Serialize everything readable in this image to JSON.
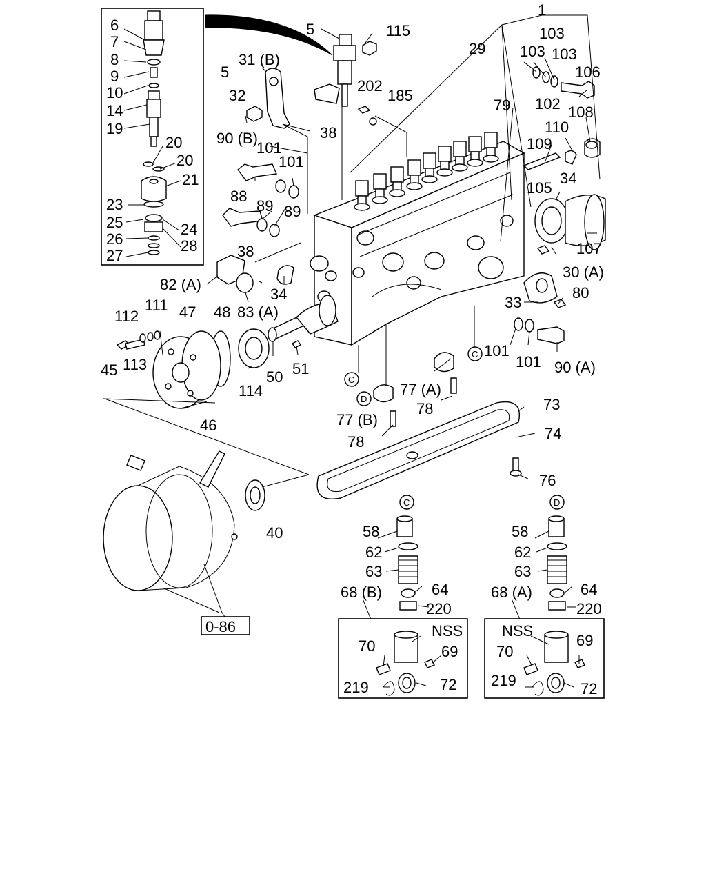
{
  "labels": {
    "p1": "1",
    "p5": "5",
    "p5b": "5",
    "p6": "6",
    "p7": "7",
    "p8": "8",
    "p9": "9",
    "p10": "10",
    "p14": "14",
    "p19": "19",
    "p20a": "20",
    "p20b": "20",
    "p21": "21",
    "p23": "23",
    "p24": "24",
    "p25": "25",
    "p26": "26",
    "p27": "27",
    "p28": "28",
    "p29": "29",
    "p30a": "30 (A)",
    "p31b": "31 (B)",
    "p32": "32",
    "p33": "33",
    "p34a": "34",
    "p34b": "34",
    "p38a": "38",
    "p38b": "38",
    "p40": "40",
    "p45": "45",
    "p46": "46",
    "p47": "47",
    "p48": "48",
    "p50": "50",
    "p51": "51",
    "p58a": "58",
    "p58b": "58",
    "p62a": "62",
    "p62b": "62",
    "p63a": "63",
    "p63b": "63",
    "p64a": "64",
    "p64b": "64",
    "p68b": "68 (B)",
    "p68a": "68 (A)",
    "p69a": "69",
    "p69b": "69",
    "p70a": "70",
    "p70b": "70",
    "p72a": "72",
    "p72b": "72",
    "p73": "73",
    "p74": "74",
    "p76": "76",
    "p77a": "77 (A)",
    "p77b": "77 (B)",
    "p78a": "78",
    "p78b": "78",
    "p79": "79",
    "p80": "80",
    "p82a": "82 (A)",
    "p83a": "83 (A)",
    "p88": "88",
    "p89a": "89",
    "p89b": "89",
    "p90a": "90 (A)",
    "p90b": "90 (B)",
    "p101a": "101",
    "p101b": "101",
    "p101c": "101",
    "p101d": "101",
    "p102": "102",
    "p103a": "103",
    "p103b": "103",
    "p103c": "103",
    "p105": "105",
    "p106": "106",
    "p107": "107",
    "p108": "108",
    "p109": "109",
    "p110": "110",
    "p111": "111",
    "p112": "112",
    "p113": "113",
    "p114": "114",
    "p115": "115",
    "p185": "185",
    "p202": "202",
    "p219a": "219",
    "p219b": "219",
    "p220a": "220",
    "p220b": "220",
    "nssA": "NSS",
    "nssB": "NSS",
    "ref": "0-86",
    "c1": "C",
    "c2": "C",
    "c3": "C",
    "d1": "D",
    "d2": "D"
  }
}
